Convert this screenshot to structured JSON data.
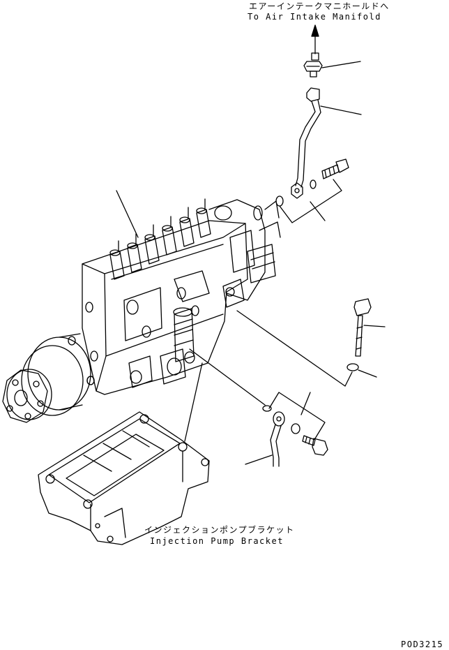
{
  "labels": {
    "air_intake_jp": "エアーインテークマニホールドへ",
    "air_intake_en": "To Air Intake Manifold",
    "bracket_jp": "インジェクションポンプブラケット",
    "bracket_en": "Injection Pump Bracket",
    "drawing_code": "POD3215"
  },
  "colors": {
    "line": "#000000",
    "background": "#ffffff"
  }
}
